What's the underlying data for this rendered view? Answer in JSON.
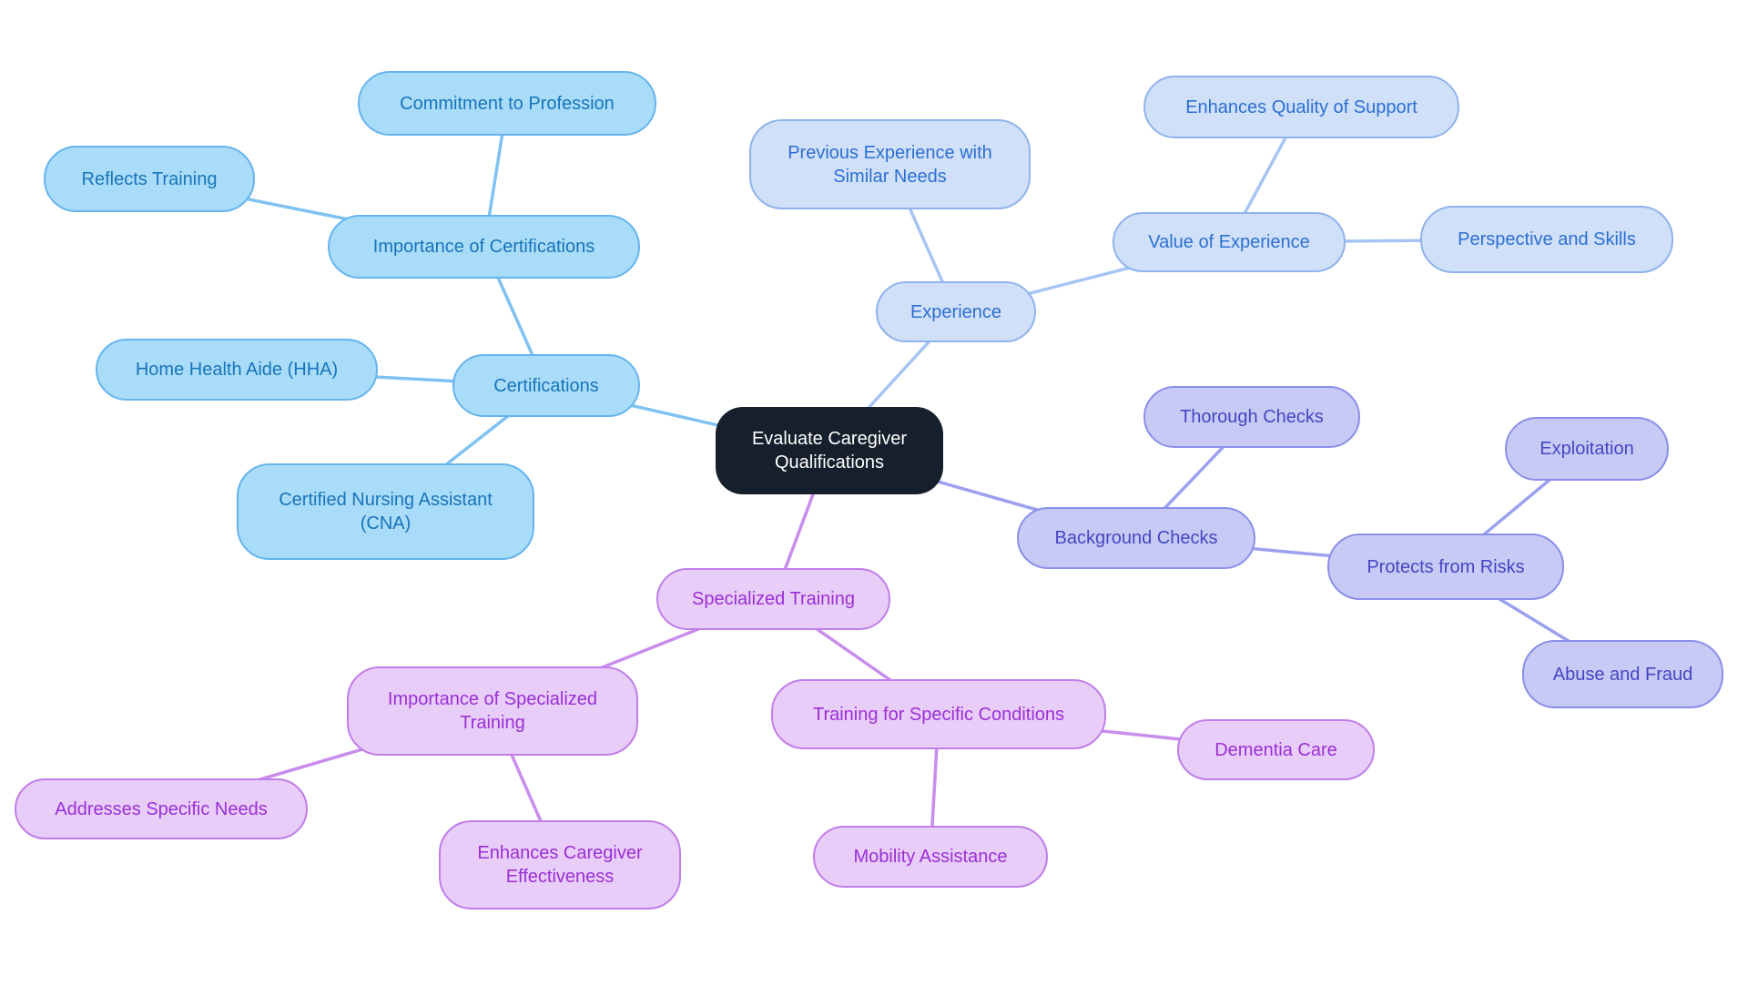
{
  "mindmap": {
    "root": {
      "label": "Evaluate Caregiver Qualifications"
    },
    "branches": [
      {
        "label": "Certifications",
        "children": [
          {
            "label": "Importance of Certifications",
            "children": [
              {
                "label": "Commitment to Profession"
              },
              {
                "label": "Reflects Training"
              }
            ]
          },
          {
            "label": "Home Health Aide (HHA)"
          },
          {
            "label": "Certified Nursing Assistant (CNA)"
          }
        ]
      },
      {
        "label": "Experience",
        "children": [
          {
            "label": "Previous Experience with Similar Needs"
          },
          {
            "label": "Value of Experience",
            "children": [
              {
                "label": "Enhances Quality of Support"
              },
              {
                "label": "Perspective and Skills"
              }
            ]
          }
        ]
      },
      {
        "label": "Background Checks",
        "children": [
          {
            "label": "Thorough Checks"
          },
          {
            "label": "Protects from Risks",
            "children": [
              {
                "label": "Exploitation"
              },
              {
                "label": "Abuse and Fraud"
              }
            ]
          }
        ]
      },
      {
        "label": "Specialized Training",
        "children": [
          {
            "label": "Importance of Specialized Training",
            "children": [
              {
                "label": "Addresses Specific Needs"
              },
              {
                "label": "Enhances Caregiver Effectiveness"
              }
            ]
          },
          {
            "label": "Training for Specific Conditions",
            "children": [
              {
                "label": "Dementia Care"
              },
              {
                "label": "Mobility Assistance"
              }
            ]
          }
        ]
      }
    ]
  },
  "palette": {
    "cert": {
      "fill": "#a9dcf8",
      "border": "#66b4ee",
      "text": "#1874bb",
      "edge": "#7fc2f2"
    },
    "exp": {
      "fill": "#cfe0f8",
      "border": "#90b3ec",
      "text": "#2d6fd2",
      "edge": "#a6c5f4"
    },
    "bgc": {
      "fill": "#c7caf4",
      "border": "#8a8fe9",
      "text": "#4446c4",
      "edge": "#9ca1ef"
    },
    "spec": {
      "fill": "#e8cdf8",
      "border": "#c07eea",
      "text": "#9a2fd6",
      "edge": "#c88ded"
    },
    "central": {
      "fill": "#161f2c",
      "text": "#ffffff"
    },
    "page": {
      "bg": "#ffffff"
    }
  }
}
